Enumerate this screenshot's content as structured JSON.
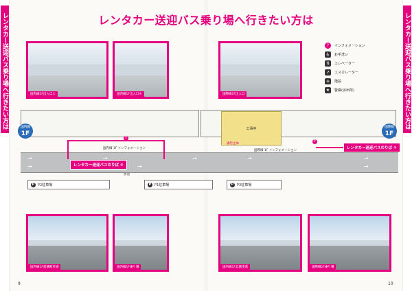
{
  "page_title": "レンタカー送迎バス乗り場へ行きたい方は",
  "side_tab_left": "レンタカー送迎バス乗り場へ行きたい方は",
  "side_tab_right": "レンタカー送迎バス乗り場へ行きたい方は",
  "photos_top": [
    {
      "caption": "国内線1F出入口①"
    },
    {
      "caption": "国内線1F出入口④"
    },
    {
      "caption": "国際線1F出入口"
    }
  ],
  "photos_bottom": [
    {
      "caption": "国内線1F前横断歩道"
    },
    {
      "caption": "国内線1F乗り場"
    },
    {
      "caption": "国内線1F北側歩道"
    },
    {
      "caption": "国際線1F乗り場"
    }
  ],
  "legend": [
    {
      "icon": "information-icon",
      "label": "インフォメーション"
    },
    {
      "icon": "restroom-icon",
      "label": "お手洗い"
    },
    {
      "icon": "elevator-icon",
      "label": "エレベーター"
    },
    {
      "icon": "escalator-icon",
      "label": "エスカレーター"
    },
    {
      "icon": "stairs-icon",
      "label": "階段"
    },
    {
      "icon": "police-icon",
      "label": "警察(派出所)"
    }
  ],
  "map": {
    "domestic_sign_top": "国内線",
    "domestic_sign_floor": "1F",
    "international_sign_top": "国際線",
    "international_sign_floor": "1F",
    "domestic_info_label": "国内線 1F インフォメーション",
    "domestic_stop_label": "レンタカー送迎バスのりば ②",
    "international_info_label": "国際線 1F インフォメーション",
    "international_stop_label": "レンタカー送迎バスのりば ①",
    "construction_label": "工事中",
    "walkway_label": "通行止め",
    "sidewalk_label": "歩道",
    "lots": [
      {
        "badge": "P",
        "label": "P2駐車場"
      },
      {
        "badge": "P",
        "label": "P1駐車場"
      },
      {
        "badge": "P",
        "label": "P3駐車場"
      }
    ]
  },
  "page_numbers": {
    "left": "9",
    "right": "10"
  },
  "colors": {
    "accent": "#e4007f",
    "sign_blue": "#2a6cb8",
    "construction": "#f2e08a"
  }
}
